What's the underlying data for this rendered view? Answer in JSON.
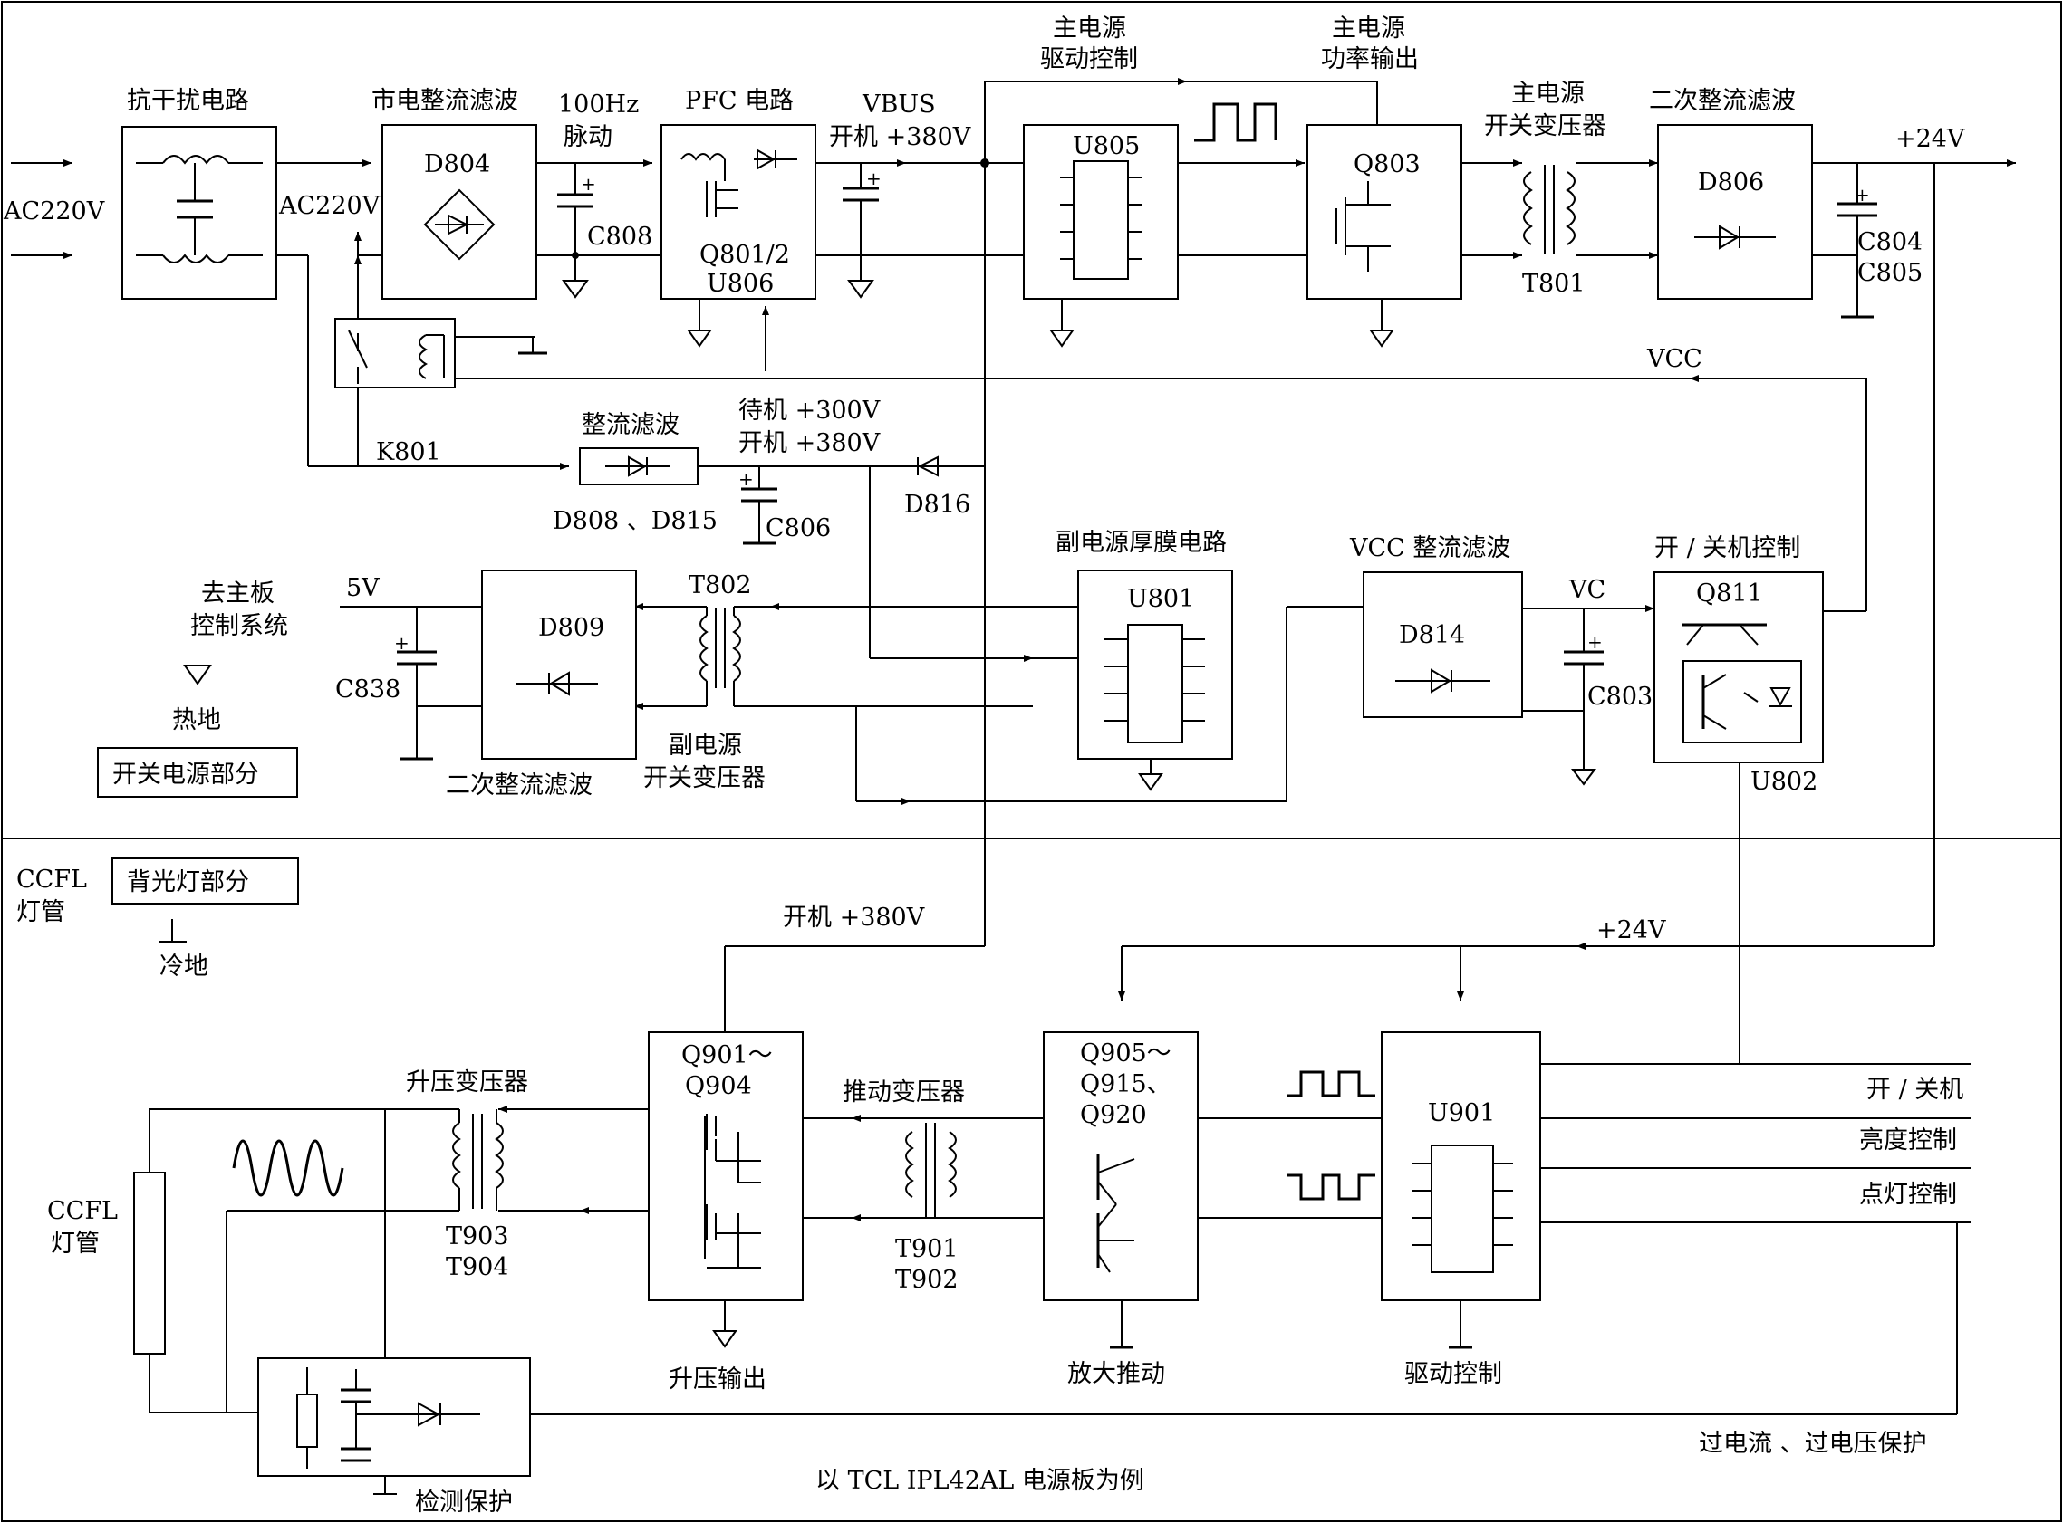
{
  "labels": {
    "emi_title": "抗干扰电路",
    "ac_in": "AC220V",
    "ac_mid": "AC220V",
    "rect_title": "市电整流滤波",
    "d804": "D804",
    "hz100": "100Hz",
    "pulse": "脉动",
    "c808": "C808",
    "pfc_title": "PFC 电路",
    "q801": "Q801/2",
    "u806": "U806",
    "vbus": "VBUS",
    "on380_top": "开机 +380V",
    "main_drv_1": "主电源",
    "main_drv_2": "驱动控制",
    "u805": "U805",
    "main_pwr_1": "主电源",
    "main_pwr_2": "功率输出",
    "q803": "Q803",
    "main_tr_1": "主电源",
    "main_tr_2": "开关变压器",
    "t801": "T801",
    "sec_rect_title": "二次整流滤波",
    "d806": "D806",
    "out24": "+24V",
    "c804": "C804",
    "c805": "C805",
    "vcc": "VCC",
    "k801": "K801",
    "rect2_title": "整流滤波",
    "d808": "D808 、D815",
    "standby300": "待机 +300V",
    "on380_mid": "开机 +380V",
    "c806": "C806",
    "d816": "D816",
    "aux_thick": "副电源厚膜电路",
    "u801": "U801",
    "vcc_rect": "VCC 整流滤波",
    "d814": "D814",
    "vc": "VC",
    "c803": "C803",
    "onoff_ctrl": "开 / 关机控制",
    "q811": "Q811",
    "u802": "U802",
    "to_main_1": "去主板",
    "to_main_2": "控制系统",
    "v5": "5V",
    "c838": "C838",
    "hot_ground": "热地",
    "switch_part": "开关电源部分",
    "d809": "D809",
    "t802": "T802",
    "sec_rect2": "二次整流滤波",
    "aux_tr_1": "副电源",
    "aux_tr_2": "开关变压器",
    "ccfl_top_1": "CCFL",
    "ccfl_top_2": "灯管",
    "backlight_part": "背光灯部分",
    "cold_ground": "冷地",
    "on380_bottom": "开机 +380V",
    "v24_bottom": "+24V",
    "boost_tr": "升压变压器",
    "q901_1": "Q901～",
    "q901_2": "Q904",
    "drive_tr": "推动变压器",
    "q905_1": "Q905～",
    "q905_2": "Q915、",
    "q905_3": "Q920",
    "u901": "U901",
    "onoff": "开 / 关机",
    "brightness": "亮度控制",
    "light_ctrl": "点灯控制",
    "ccfl_1": "CCFL",
    "ccfl_2": "灯管",
    "t903": "T903",
    "t904": "T904",
    "t901": "T901",
    "t902": "T902",
    "boost_out": "升压输出",
    "amp_drive": "放大推动",
    "drive_ctrl": "驱动控制",
    "detect_protect": "检测保护",
    "over_protect": "过电流 、过电压保护",
    "caption": "以 TCL  IPL42AL 电源板为例"
  }
}
